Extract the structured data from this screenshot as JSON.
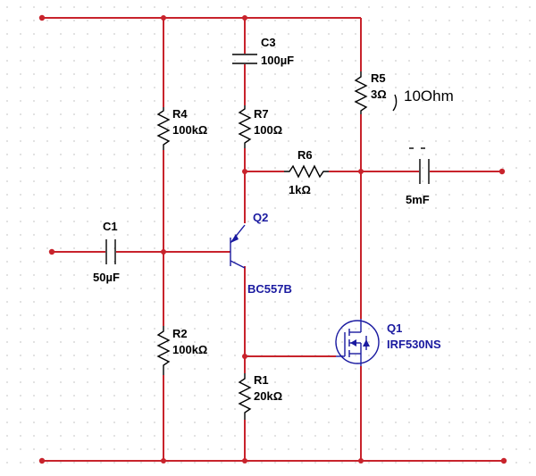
{
  "colors": {
    "wire": "#c8232c",
    "component": "#000000",
    "transistor": "#1a1aa0",
    "grid_dot": "#9a9a9a"
  },
  "components": {
    "c1": {
      "ref": "C1",
      "value": "50µF"
    },
    "c2": {
      "ref": "",
      "value": "5mF"
    },
    "c3": {
      "ref": "C3",
      "value": "100µF"
    },
    "r1": {
      "ref": "R1",
      "value": "20kΩ"
    },
    "r2": {
      "ref": "R2",
      "value": "100kΩ"
    },
    "r4": {
      "ref": "R4",
      "value": "100kΩ"
    },
    "r5": {
      "ref": "R5",
      "value": "3Ω"
    },
    "r6": {
      "ref": "R6",
      "value": "1kΩ"
    },
    "r7": {
      "ref": "R7",
      "value": "100Ω"
    },
    "q1": {
      "ref": "Q1",
      "part": "IRF530NS"
    },
    "q2": {
      "ref": "Q2",
      "part": "BC557B"
    }
  },
  "annotation": {
    "text": "10Ohm"
  }
}
